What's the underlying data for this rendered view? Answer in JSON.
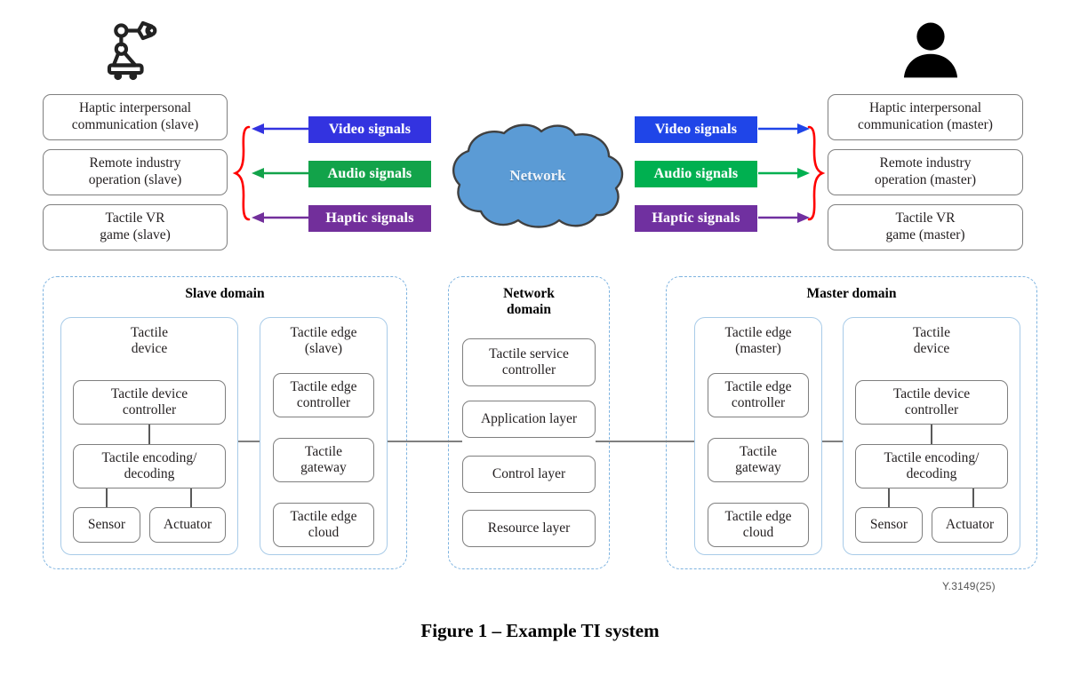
{
  "figure": {
    "caption": "Figure 1 – Example TI system",
    "code": "Y.3149(25)"
  },
  "icons": {
    "left": "robot-arm-icon",
    "right": "person-icon"
  },
  "applications": {
    "left": [
      {
        "line1": "Haptic interpersonal",
        "line2": "communication (slave)"
      },
      {
        "line1": "Remote industry",
        "line2": "operation (slave)"
      },
      {
        "line1": "Tactile VR",
        "line2": "game (slave)"
      }
    ],
    "right": [
      {
        "line1": "Haptic interpersonal",
        "line2": "communication (master)"
      },
      {
        "line1": "Remote industry",
        "line2": "operation (master)"
      },
      {
        "line1": "Tactile VR",
        "line2": "game (master)"
      }
    ]
  },
  "signals": {
    "left": [
      {
        "label": "Video signals",
        "color": "#3333E0",
        "direction": "left"
      },
      {
        "label": "Audio signals",
        "color": "#12A34A",
        "direction": "left"
      },
      {
        "label": "Haptic signals",
        "color": "#722F9B",
        "direction": "left"
      }
    ],
    "right": [
      {
        "label": "Video signals",
        "color": "#1F45E8",
        "direction": "right"
      },
      {
        "label": "Audio signals",
        "color": "#00B050",
        "direction": "right"
      },
      {
        "label": "Haptic signals",
        "color": "#7030A0",
        "direction": "right"
      }
    ]
  },
  "network_cloud": {
    "label": "Network",
    "fill": "#5B9BD5",
    "stroke": "#404040"
  },
  "brace": {
    "color": "#FF0000"
  },
  "domains": [
    {
      "id": "slave-domain",
      "title_line1": "Slave domain",
      "title_line2": "",
      "groups": [
        {
          "id": "tactile-device-slave",
          "title_line1": "Tactile",
          "title_line2": "device",
          "boxes": [
            {
              "line1": "Tactile device",
              "line2": "controller"
            },
            {
              "line1": "Tactile encoding/",
              "line2": "decoding"
            },
            {
              "line1": "Sensor",
              "line2": ""
            },
            {
              "line1": "Actuator",
              "line2": ""
            }
          ]
        },
        {
          "id": "tactile-edge-slave",
          "title_line1": "Tactile edge",
          "title_line2": "(slave)",
          "boxes": [
            {
              "line1": "Tactile edge",
              "line2": "controller"
            },
            {
              "line1": "Tactile",
              "line2": "gateway"
            },
            {
              "line1": "Tactile edge",
              "line2": "cloud"
            }
          ]
        }
      ]
    },
    {
      "id": "network-domain",
      "title_line1": "Network",
      "title_line2": "domain",
      "groups": [
        {
          "id": "network-layers",
          "title_line1": "",
          "title_line2": "",
          "boxes": [
            {
              "line1": "Tactile service",
              "line2": "controller"
            },
            {
              "line1": "Application layer",
              "line2": ""
            },
            {
              "line1": "Control layer",
              "line2": ""
            },
            {
              "line1": "Resource layer",
              "line2": ""
            }
          ]
        }
      ]
    },
    {
      "id": "master-domain",
      "title_line1": "Master domain",
      "title_line2": "",
      "groups": [
        {
          "id": "tactile-edge-master",
          "title_line1": "Tactile edge",
          "title_line2": "(master)",
          "boxes": [
            {
              "line1": "Tactile edge",
              "line2": "controller"
            },
            {
              "line1": "Tactile",
              "line2": "gateway"
            },
            {
              "line1": "Tactile edge",
              "line2": "cloud"
            }
          ]
        },
        {
          "id": "tactile-device-master",
          "title_line1": "Tactile",
          "title_line2": "device",
          "boxes": [
            {
              "line1": "Tactile device",
              "line2": "controller"
            },
            {
              "line1": "Tactile encoding/",
              "line2": "decoding"
            },
            {
              "line1": "Sensor",
              "line2": ""
            },
            {
              "line1": "Actuator",
              "line2": ""
            }
          ]
        }
      ]
    }
  ]
}
